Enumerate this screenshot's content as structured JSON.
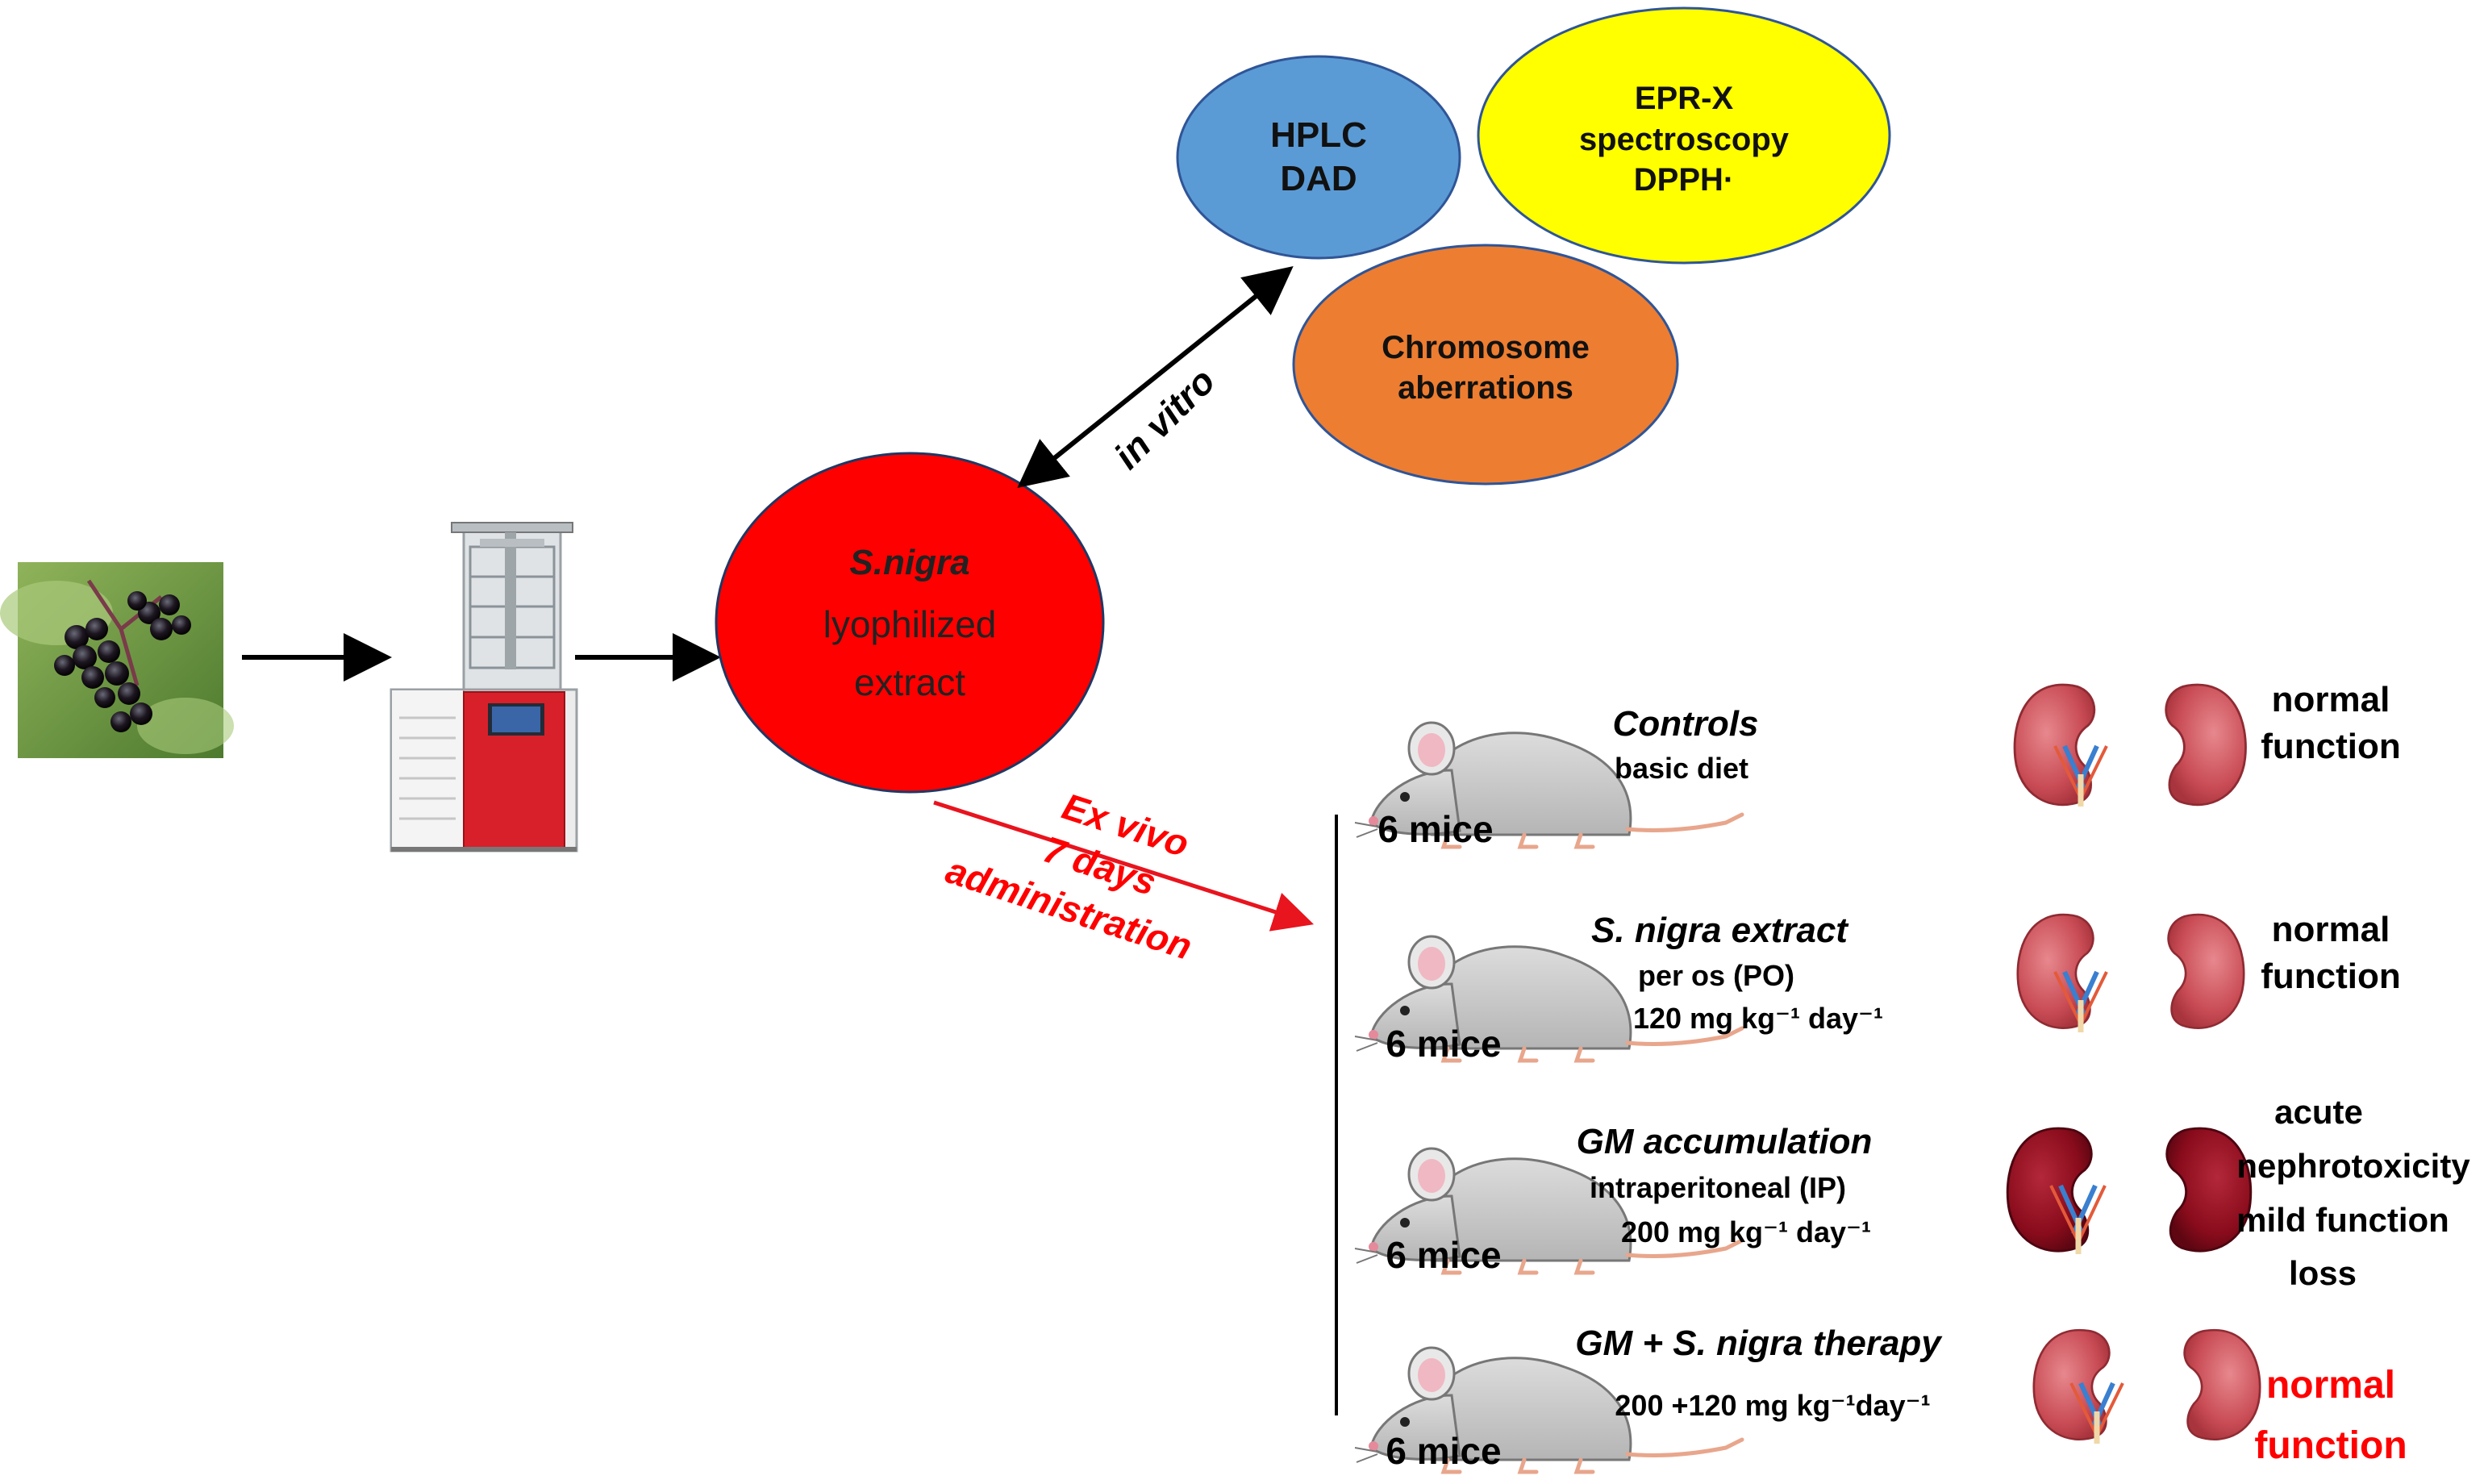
{
  "colors": {
    "extract_red": "#ff0000",
    "hplc_blue": "#5b9bd5",
    "epr_yellow": "#ffff00",
    "chromosome_orange": "#ed7d31",
    "arrow_black": "#000000",
    "arrow_red": "#e8141e",
    "kidney_normal": "#c94c55",
    "kidney_damaged": "#8a0c1c",
    "mouse_gray": "#c9c9c9"
  },
  "extract": {
    "line1": "S.nigra",
    "line2": "lyophilized",
    "line3": "extract"
  },
  "in_vitro": {
    "label": "in vitro",
    "hplc": [
      "HPLC",
      "DAD"
    ],
    "epr": [
      "EPR-X",
      "spectroscopy",
      "DPPH·"
    ],
    "chromosome": [
      "Chromosome",
      "aberrations"
    ]
  },
  "ex_vivo": {
    "line1": "Ex vivo",
    "line2": "7 days",
    "line3": "administration"
  },
  "groups": [
    {
      "count": "6 mice",
      "title": "Controls",
      "detail1": "basic diet",
      "detail2": "",
      "outcome": [
        "normal",
        "function"
      ],
      "kidney": "normal"
    },
    {
      "count": "6 mice",
      "title": "S. nigra extract",
      "detail1": "per os (PO)",
      "detail2": "120 mg kg⁻¹ day⁻¹",
      "outcome": [
        "normal",
        "function"
      ],
      "kidney": "normal"
    },
    {
      "count": "6 mice",
      "title": "GM accumulation",
      "detail1": "intraperitoneal (IP)",
      "detail2": "200 mg kg⁻¹ day⁻¹",
      "outcome": [
        "acute",
        "nephrotoxicity",
        "mild function",
        "loss"
      ],
      "kidney": "damaged"
    },
    {
      "count": "6 mice",
      "title": "GM + S. nigra therapy",
      "detail1": "200 +120 mg kg⁻¹day⁻¹",
      "detail2": "",
      "outcome": [
        "normal",
        "function"
      ],
      "kidney": "normal"
    }
  ]
}
